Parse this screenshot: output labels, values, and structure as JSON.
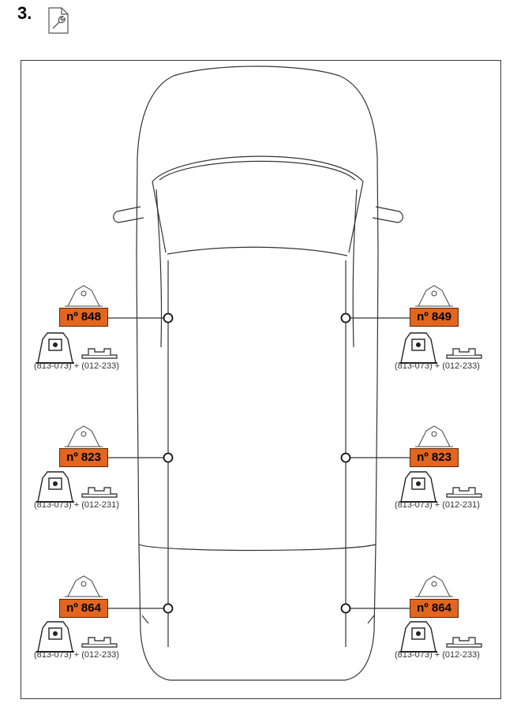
{
  "step": {
    "number": "3."
  },
  "icons": {
    "step_icon": "wrench-document-icon"
  },
  "colors": {
    "badge_fill": "#e2661f",
    "line": "#333333"
  },
  "positions": {
    "front_left": {
      "badge": "nº 848",
      "codes": "(813-073) + (012-233)"
    },
    "front_right": {
      "badge": "nº 849",
      "codes": "(813-073) + (012-233)"
    },
    "mid_left": {
      "badge": "nº 823",
      "codes": "(813-073) + (012-231)"
    },
    "mid_right": {
      "badge": "nº 823",
      "codes": "(813-073) + (012-231)"
    },
    "rear_left": {
      "badge": "nº 864",
      "codes": "(813-073) + (012-233)"
    },
    "rear_right": {
      "badge": "nº 864",
      "codes": "(813-073) + (012-233)"
    }
  }
}
